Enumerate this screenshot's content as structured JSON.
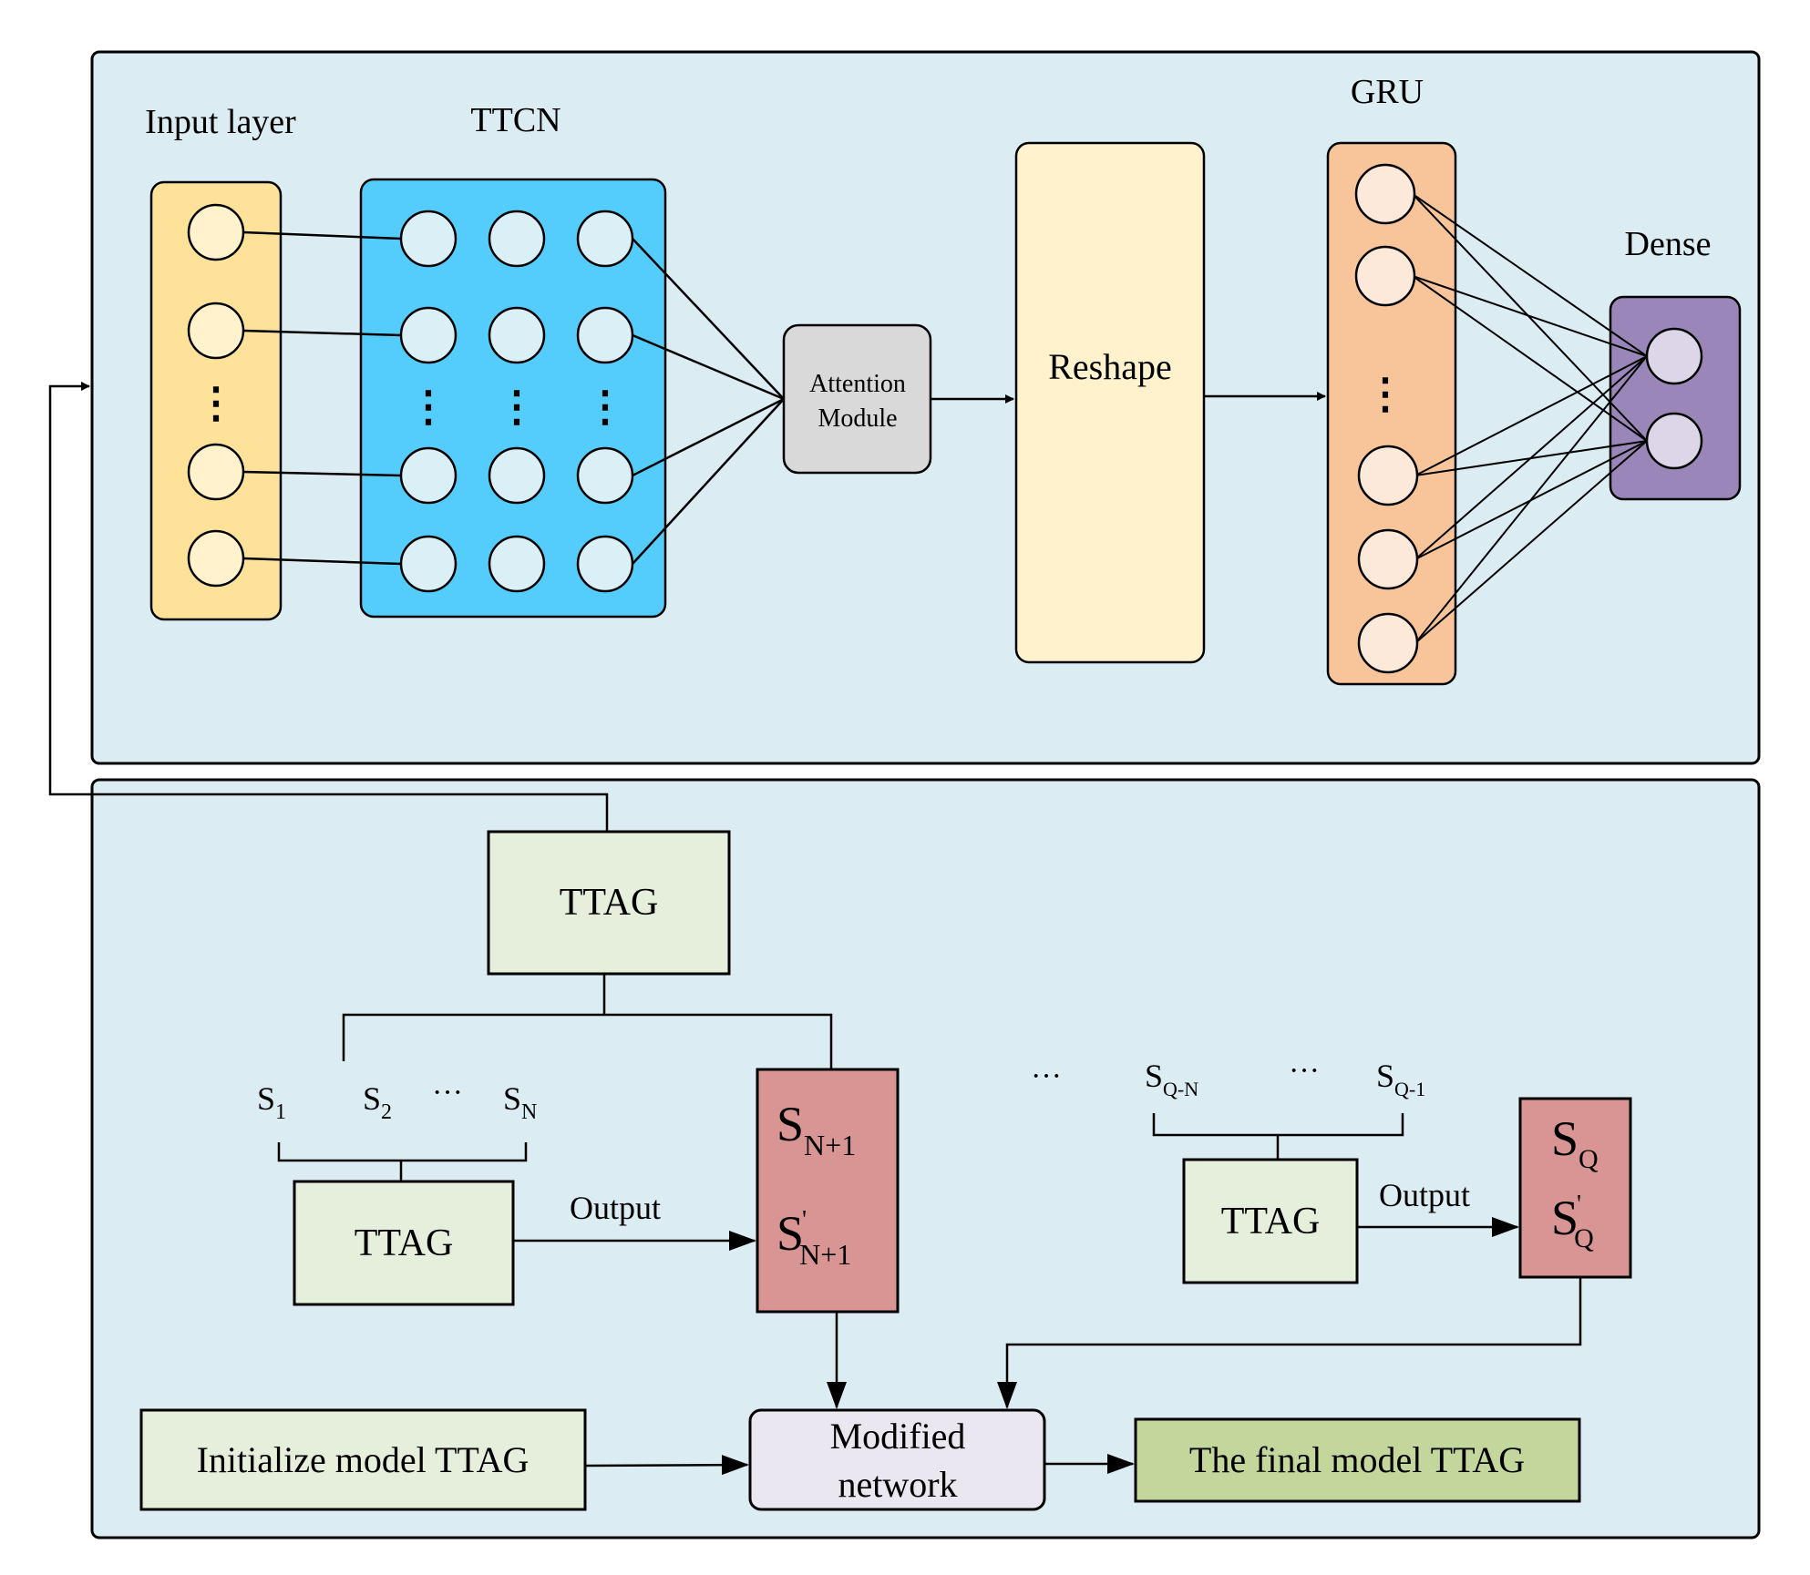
{
  "top_panel": {
    "input_layer_title": "Input layer",
    "ttcn_title": "TTCN",
    "attention_line1": "Attention",
    "attention_line2": "Module",
    "reshape_label": "Reshape",
    "gru_title": "GRU",
    "dense_title": "Dense",
    "dots": "⋮"
  },
  "bottom_panel": {
    "ttag_top": "TTAG",
    "ttag_left": "TTAG",
    "ttag_right": "TTAG",
    "s1": "S",
    "s1_sub": "1",
    "s2": "S",
    "s2_sub": "2",
    "ellipsis_mid": "···",
    "sn": "S",
    "sn_sub": "N",
    "ellipsis_between": "···",
    "sqn": "S",
    "sqn_sub": "Q-N",
    "ellipsis_right": "···",
    "sq1": "S",
    "sq1_sub": "Q-1",
    "out_left": "Output",
    "out_right": "Output",
    "red_left_s": "S",
    "red_left_sub": "N+1",
    "red_left_sp": "S",
    "red_left_prime": "'",
    "red_left_sp_sub": "N+1",
    "red_right_s": "S",
    "red_right_sub": "Q",
    "red_right_sp": "S",
    "red_right_prime": "'",
    "red_right_sp_sub": "Q",
    "init_label": "Initialize model TTAG",
    "modified_line1": "Modified",
    "modified_line2": "network",
    "final_label": "The final model TTAG"
  },
  "colors": {
    "panel_bg": "#dbedf3",
    "input_fill": "#fee29a",
    "input_node": "#fff2cc",
    "ttcn_fill": "#55cdfc",
    "ttcn_node": "#dbeff7",
    "attention_fill": "#d9d9d9",
    "reshape_fill": "#fff2cc",
    "gru_fill": "#f8c49a",
    "gru_node": "#fde9d9",
    "dense_fill": "#9a86b8",
    "dense_node": "#ddd6e8",
    "ttag_fill": "#e6efdb",
    "red_fill": "#d99594",
    "modified_fill": "#ebe7f0",
    "final_fill": "#c3d69b"
  }
}
